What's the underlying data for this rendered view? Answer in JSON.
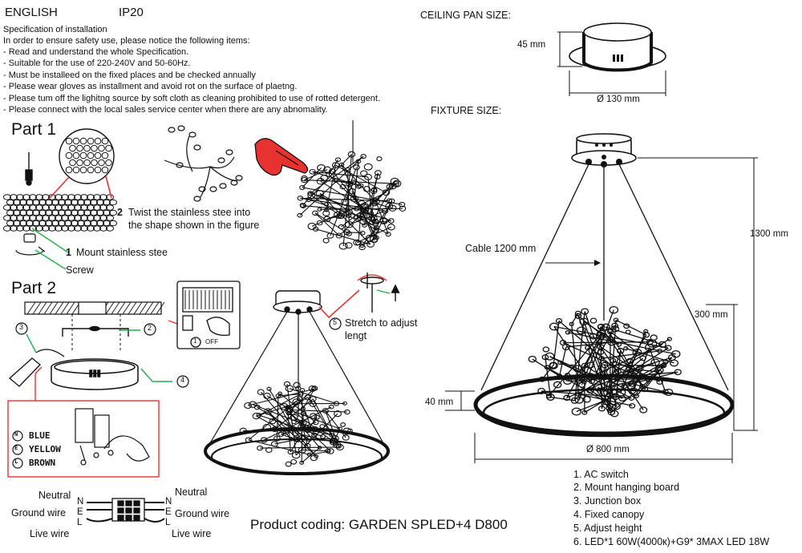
{
  "header": {
    "language": "ENGLISH",
    "ip_rating": "IP20"
  },
  "spec": {
    "title": "Specification of installation",
    "intro": "In order to ensure safety use, please notice the following items:",
    "items": [
      "- Read and understand the whole Specification.",
      "- Suitable for the use of 220-240V and 50-60Hz.",
      "- Must be installeed on the fixed places and be checked annually",
      "- Please wear gloves as installment and avoid rot on the surface of plaetng.",
      "- Please tum off the lighitng source by soft cloth as cleaning prohibited to use of rotted detergent.",
      "- Please connect with the local sales service center when there are any abnomality."
    ]
  },
  "part1": {
    "title": "Part 1",
    "step1_num": "1",
    "step1": "Mount stainless stee",
    "screw": "Screw",
    "step2_num": "2",
    "step2_line1": "Twist  the  stainless  stee  into",
    "step2_line2": "the shape shown in the figure"
  },
  "part2": {
    "title": "Part 2",
    "c1": "1",
    "c2": "2",
    "c3": "3",
    "c4": "4",
    "c5": "5",
    "off": "OFF",
    "step5_line1": "Stretch to adjust",
    "step5_line2": "lengt",
    "wires": [
      {
        "letter": "N",
        "name": "BLUE"
      },
      {
        "letter": "E",
        "name": "YELLOW"
      },
      {
        "letter": "L",
        "name": "BROWN"
      }
    ]
  },
  "wiring": {
    "neutral": "Neutral",
    "ground": "Ground wire",
    "live": "Live wire",
    "n": "N",
    "e": "E",
    "l": "L"
  },
  "ceiling": {
    "title": "CEILING PAN  SIZE:",
    "height": "45 mm",
    "diameter": "Ø 130 mm"
  },
  "fixture": {
    "title": "FIXTURE SIZE:",
    "cable": "Cable 1200 mm",
    "total": "1300 mm",
    "branch": "300 mm",
    "ring": "40 mm",
    "diameter": "Ø 800 mm"
  },
  "product": "Product coding: GARDEN SPLED+4 D800",
  "parts_list": [
    "1. AC switch",
    "2. Mount hanging board",
    "3. Junction box",
    "4. Fixed canopy",
    "5. Adjust height",
    "6. LED*1 60W(4000к)+G9* 3MAX LED 18W"
  ],
  "colors": {
    "accent_red": "#e8322f",
    "callout_green": "#22b04b",
    "line": "#111111"
  }
}
